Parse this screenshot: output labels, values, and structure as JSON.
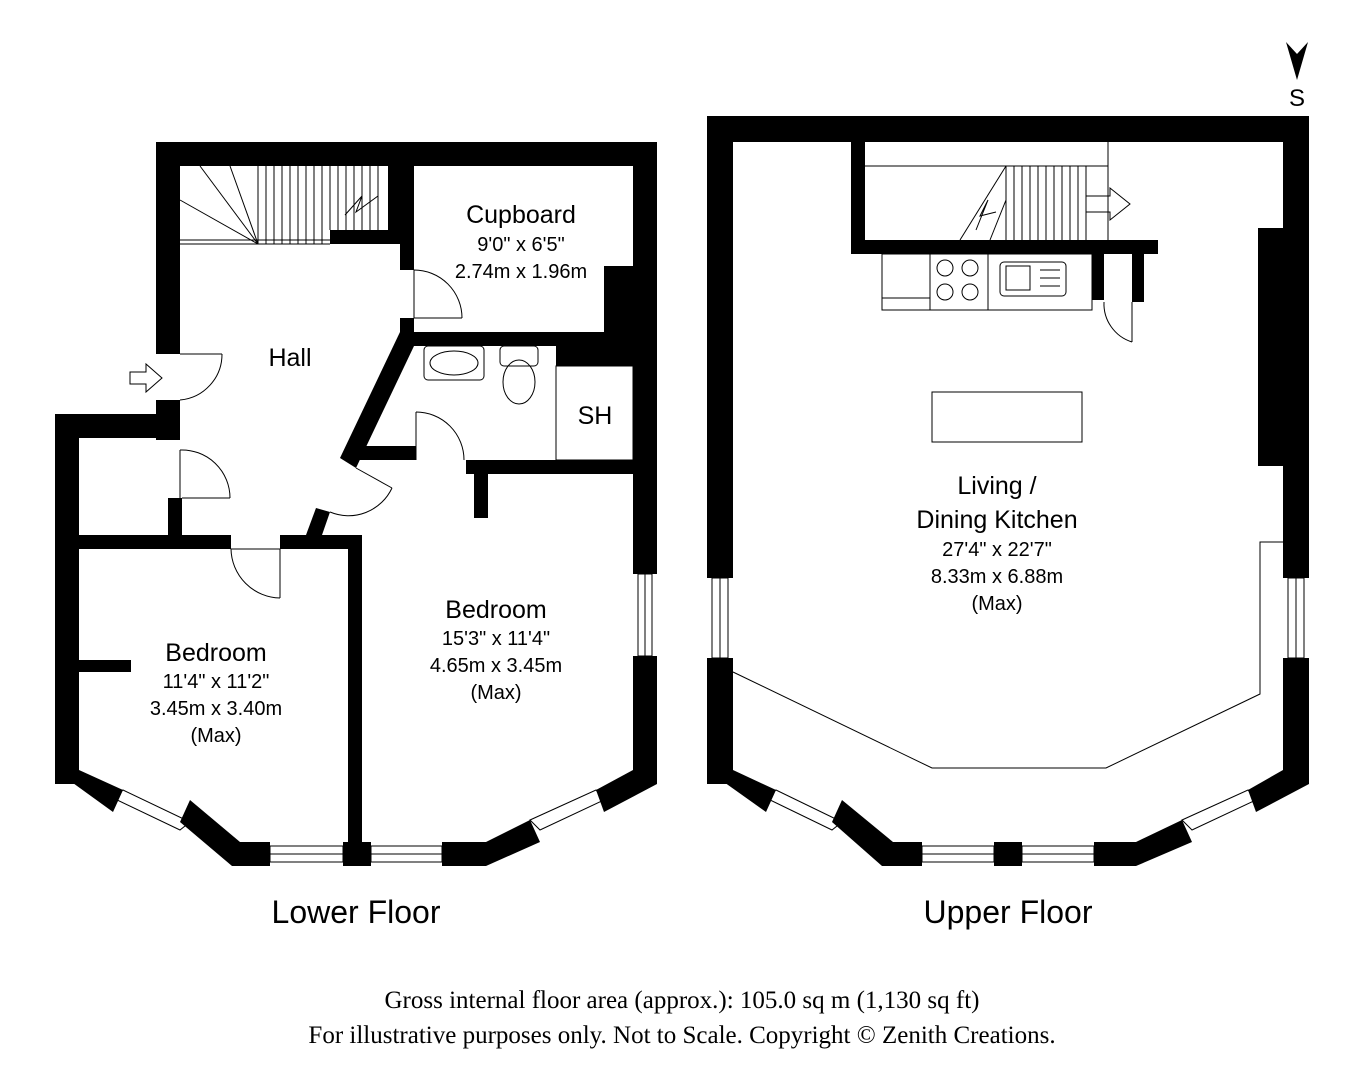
{
  "compass": {
    "label": "S"
  },
  "lower_floor": {
    "title": "Lower Floor",
    "rooms": {
      "cupboard": {
        "name": "Cupboard",
        "imperial": "9'0\" x 6'5\"",
        "metric": "2.74m x 1.96m"
      },
      "hall": {
        "name": "Hall"
      },
      "shower": {
        "name": "SH"
      },
      "bedroom_right": {
        "name": "Bedroom",
        "imperial": "15'3\" x 11'4\"",
        "metric": "4.65m x 3.45m",
        "note": "(Max)"
      },
      "bedroom_left": {
        "name": "Bedroom",
        "imperial": "11'4\" x 11'2\"",
        "metric": "3.45m x 3.40m",
        "note": "(Max)"
      }
    }
  },
  "upper_floor": {
    "title": "Upper Floor",
    "rooms": {
      "living": {
        "name_line1": "Living /",
        "name_line2": "Dining Kitchen",
        "imperial": "27'4\" x 22'7\"",
        "metric": "8.33m x 6.88m",
        "note": "(Max)"
      }
    }
  },
  "footer": {
    "area": "Gross internal floor area (approx.): 105.0 sq m (1,130 sq ft)",
    "disclaimer": "For illustrative purposes only. Not to Scale. Copyright © Zenith Creations."
  }
}
